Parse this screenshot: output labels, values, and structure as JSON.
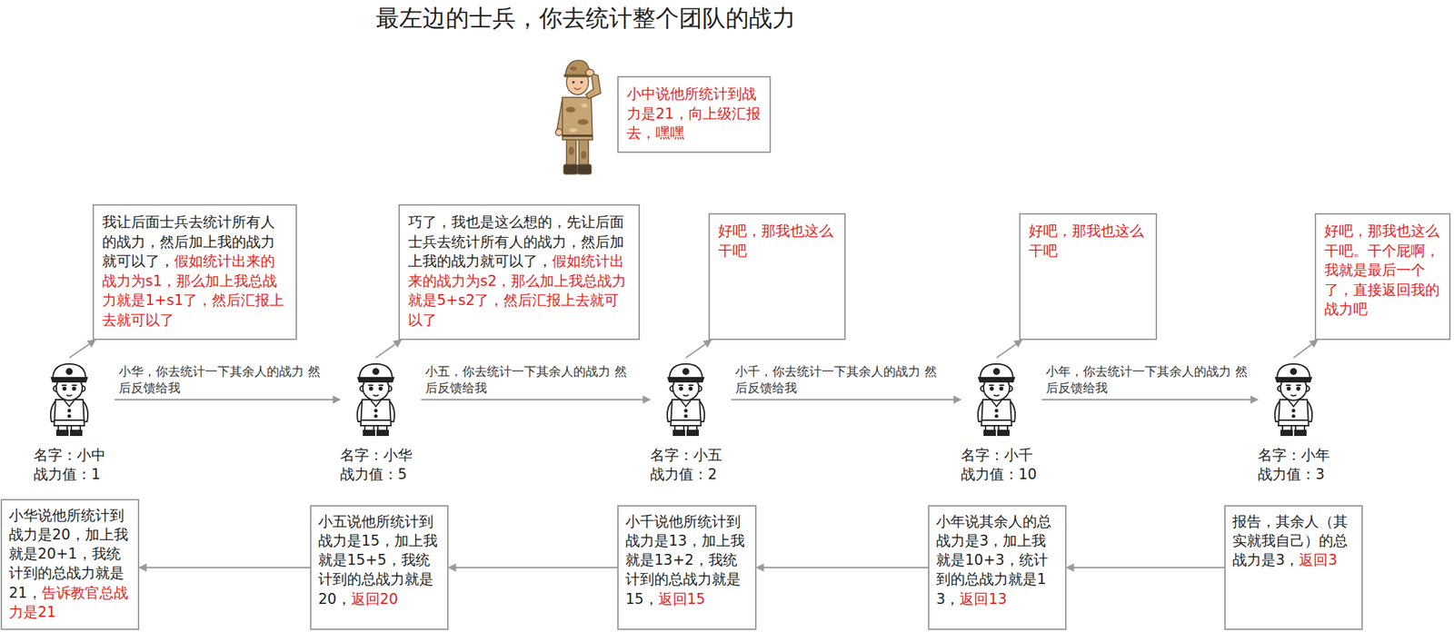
{
  "diagram": {
    "title": "最左边的士兵，你去统计整个团队的战力",
    "nodes": [
      {
        "text": [
          "小中说他所统计到战力是21，向上级汇报去，嘿嘿"
        ]
      },
      {
        "text": [
          "我让后面士兵去统计所有人的战力，然后加上我的战力就可以了，",
          "假如统计出来的战力为s1，那么加上我总战力就是1+s1了，然后汇报上去就可以了"
        ]
      },
      {
        "text": [
          "巧了，我也是这么想的，先让后面士兵去统计所有人的战力，然后加上我的战力就可以了，",
          "假如统计出来的战力为s2，那么加上我总战力就是5+s2了，然后汇报上去就可以了"
        ]
      },
      {
        "text": [
          "好吧，那我也这么干吧"
        ]
      },
      {
        "text": [
          "好吧，那我也这么干吧"
        ]
      },
      {
        "text": [
          "好吧，那我也这么干吧。干个屁啊，我就是最后一个了，直接返回我的战力吧"
        ]
      },
      {
        "text": [
          "名字：小中",
          "战力值：1"
        ]
      },
      {
        "text": [
          "名字：小华",
          "战力值：5"
        ]
      },
      {
        "text": [
          "名字：小五",
          "战力值：2"
        ]
      },
      {
        "text": [
          "名字：小千",
          "战力值：10"
        ]
      },
      {
        "text": [
          "名字：小年",
          "战力值：3"
        ]
      },
      {
        "text": [
          "小华说他所统计到战力是20，加上我就是20+1，我统计到的总战力就是21，",
          "告诉教官总战力是21"
        ]
      },
      {
        "text": [
          "小五说他所统计到战力是15，加上我就是15+5，我统计到的总战力就是20，",
          "返回20"
        ]
      },
      {
        "text": [
          "小千说他所统计到战力是13，加上我就是13+2，我统计到的总战力就是15，",
          "返回15"
        ]
      },
      {
        "text": [
          "小年说其余人的总战力是3，加上我就是10+3，统计到的总战力就是13，",
          "返回13"
        ]
      },
      {
        "text": [
          "报告，其余人（其实就我自己）的总战力是3，",
          "返回3"
        ]
      }
    ],
    "edges": [
      {
        "from": 6,
        "to": 1,
        "arrow": "to"
      },
      {
        "from": 7,
        "to": 2,
        "arrow": "to"
      },
      {
        "from": 8,
        "to": 3,
        "arrow": "to"
      },
      {
        "from": 9,
        "to": 4,
        "arrow": "to"
      },
      {
        "from": 10,
        "to": 5,
        "arrow": "to"
      },
      {
        "from": 6,
        "to": 7,
        "label": "小华，你去统计一下其余人的战力 然后反馈给我",
        "arrow": "to"
      },
      {
        "from": 7,
        "to": 8,
        "label": "小五，你去统计一下其余人的战力 然后反馈给我",
        "arrow": "to"
      },
      {
        "from": 8,
        "to": 9,
        "label": "小千，你去统计一下其余人的战力 然后反馈给我",
        "arrow": "to"
      },
      {
        "from": 9,
        "to": 10,
        "label": "小年，你去统计一下其余人的战力 然后反馈给我",
        "arrow": "to"
      },
      {
        "from": 15,
        "to": 14,
        "arrow": "to"
      },
      {
        "from": 14,
        "to": 13,
        "arrow": "to"
      },
      {
        "from": 13,
        "to": 12,
        "arrow": "to"
      },
      {
        "from": 12,
        "to": 11,
        "arrow": "to"
      }
    ]
  }
}
